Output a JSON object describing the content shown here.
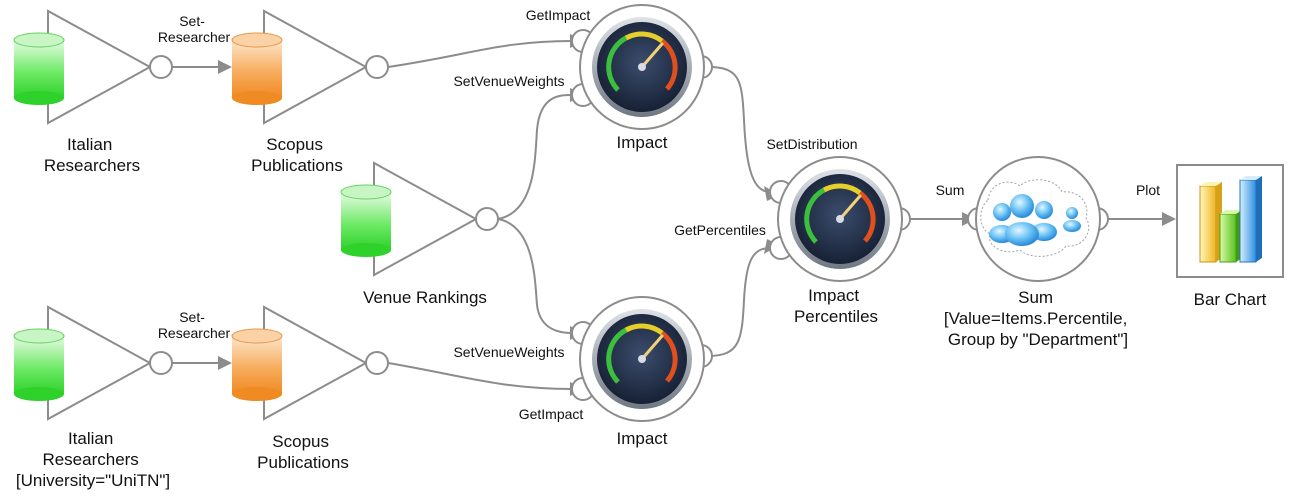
{
  "nodes": {
    "italian_researchers_1": {
      "label_lines": [
        "Italian",
        "Researchers"
      ]
    },
    "scopus_1": {
      "label_lines": [
        "Scopus",
        "Publications"
      ]
    },
    "venue_rankings": {
      "label_lines": [
        "Venue Rankings"
      ]
    },
    "italian_researchers_2": {
      "label_lines": [
        "Italian",
        "Researchers",
        "[University=\"UniTN\"]"
      ]
    },
    "scopus_2": {
      "label_lines": [
        "Scopus",
        "Publications"
      ]
    },
    "impact_1": {
      "label_lines": [
        "Impact"
      ]
    },
    "impact_2": {
      "label_lines": [
        "Impact"
      ]
    },
    "impact_percentiles": {
      "label_lines": [
        "Impact",
        "Percentiles"
      ]
    },
    "sum": {
      "label_lines": [
        "Sum",
        "[Value=Items.Percentile,",
        "Group by \"Department\"]"
      ]
    },
    "bar_chart": {
      "label_lines": [
        "Bar Chart"
      ]
    }
  },
  "edges": {
    "set_researcher_1": [
      "Set-",
      "Researcher"
    ],
    "set_researcher_2": [
      "Set-",
      "Researcher"
    ],
    "get_impact_1": "GetImpact",
    "set_venue_weights_1": "SetVenueWeights",
    "set_venue_weights_2": "SetVenueWeights",
    "get_impact_2": "GetImpact",
    "set_distribution": "SetDistribution",
    "get_percentiles": "GetPercentiles",
    "sum": "Sum",
    "plot": "Plot"
  },
  "gauge": {
    "scale": [
      "0",
      "20",
      "40",
      "60",
      "80",
      "100",
      "120",
      "140",
      "160",
      "180",
      "200"
    ]
  },
  "colors": {
    "stroke": "#8c8c8c",
    "db_green": "#3fe03a",
    "db_orange": "#f59a35",
    "gauge_face": "#1f2c46",
    "cloud": "#3a9fe0"
  }
}
